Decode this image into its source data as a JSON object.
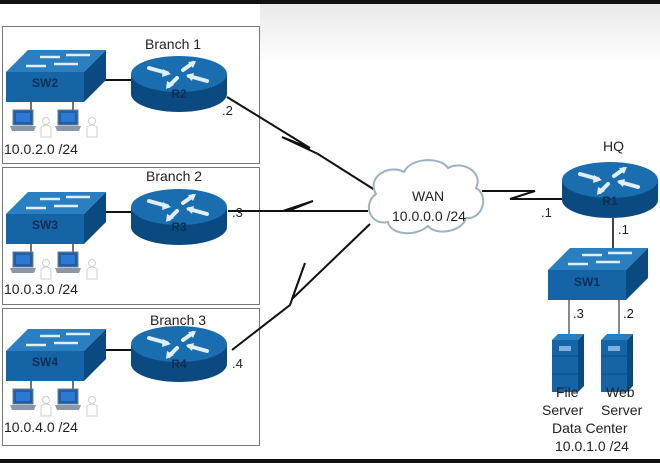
{
  "colors": {
    "device_blue": "#1565a6",
    "device_dark": "#0b4a80",
    "device_top": "#2a7fc0",
    "line": "#111111",
    "box_border": "#777777",
    "cloud_border": "#9bb3c4"
  },
  "branches": [
    {
      "name": "Branch 1",
      "switch": "SW2",
      "router": "R2",
      "router_ip": ".2",
      "subnet": "10.0.2.0 /24"
    },
    {
      "name": "Branch 2",
      "switch": "SW3",
      "router": "R3",
      "router_ip": ".3",
      "subnet": "10.0.3.0 /24"
    },
    {
      "name": "Branch 3",
      "switch": "SW4",
      "router": "R4",
      "router_ip": ".4",
      "subnet": "10.0.4.0 /24"
    }
  ],
  "wan": {
    "label": "WAN",
    "subnet": "10.0.0.0 /24"
  },
  "hq": {
    "name": "HQ",
    "router": "R1",
    "router_wan_ip": ".1",
    "router_lan_ip": ".1",
    "switch": "SW1",
    "file_server_ip": ".3",
    "web_server_ip": ".2",
    "file_server_label": [
      "File",
      "Server"
    ],
    "web_server_label": [
      "Web",
      "Server"
    ],
    "datacenter_label": "Data Center",
    "datacenter_subnet": "10.0.1.0 /24"
  }
}
